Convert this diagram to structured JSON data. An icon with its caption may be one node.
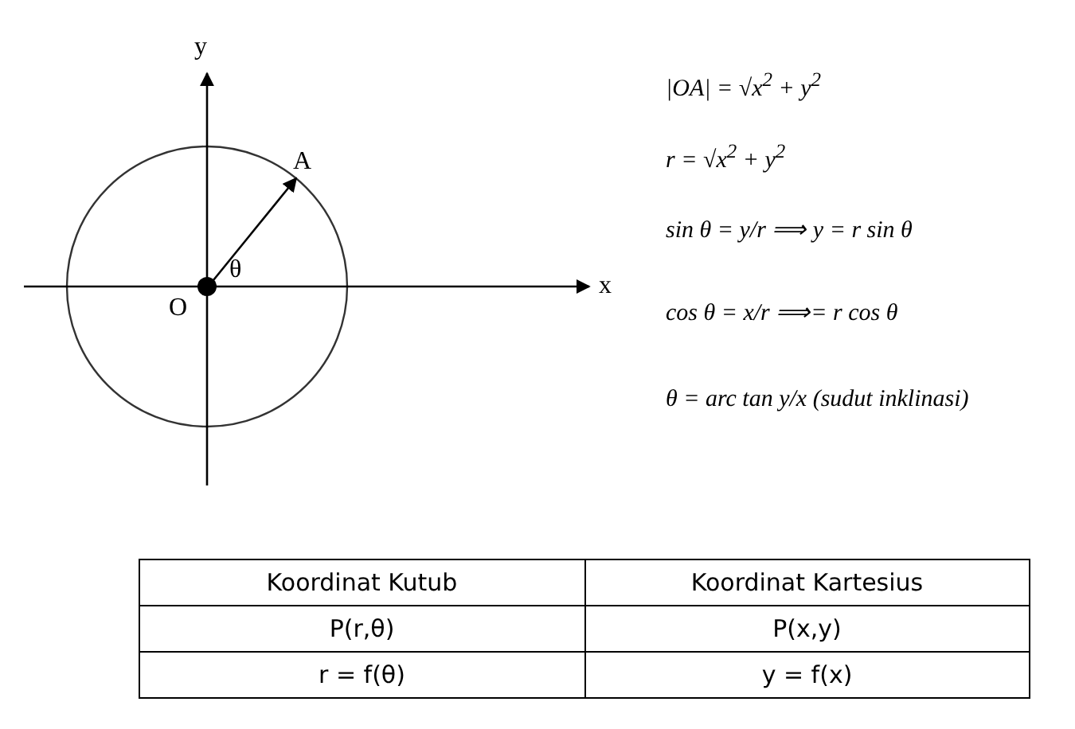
{
  "diagram": {
    "nodes": [
      {
        "text": [
          "O"
        ]
      },
      {
        "text": [
          "A"
        ]
      }
    ],
    "edges": [
      {
        "from": 0,
        "to": 1,
        "arrow": "to"
      }
    ],
    "labels": [
      "y",
      "x",
      "θ",
      "|OA| = √x$^{2}$ + y$^{2}$",
      "r = √x$^{2}$ + y$^{2}$",
      "sin θ = y/r ⟹ y = r sin θ",
      "cos θ = x/r ⟹= r cos θ",
      "θ = arc tan y/x (sudut inklinasi)",
      "Koordinat Kutub",
      "Koordinat Kartesius",
      "P(r,θ)",
      "P(x,y)",
      "r = f(θ)",
      "y = f(x)"
    ]
  }
}
